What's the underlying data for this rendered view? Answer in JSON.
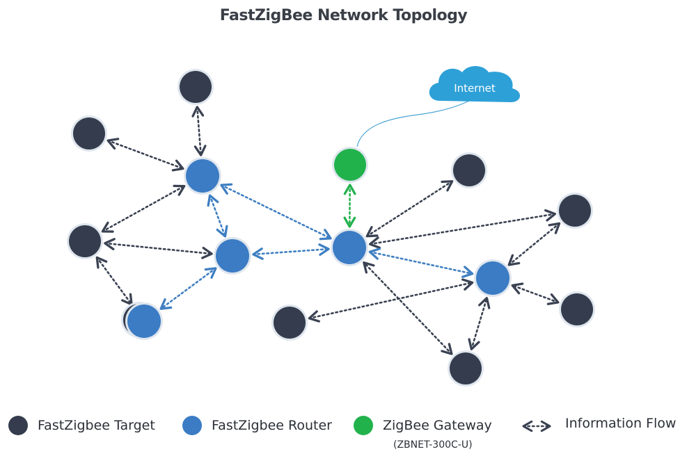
{
  "title": "FastZigBee Network Topology",
  "colors": {
    "target": "#343c4d",
    "router": "#3b7cc4",
    "gateway": "#22b24c",
    "target_link": "#3a4252",
    "router_link": "#3f7fc2",
    "gateway_link": "#23b14d",
    "cloud": "#2ea0d8"
  },
  "cloud": {
    "label": "Internet"
  },
  "nodes": [
    {
      "id": "t1",
      "type": "target"
    },
    {
      "id": "t2",
      "type": "target"
    },
    {
      "id": "t3",
      "type": "target"
    },
    {
      "id": "t4",
      "type": "target"
    },
    {
      "id": "t5",
      "type": "target"
    },
    {
      "id": "t6",
      "type": "target"
    },
    {
      "id": "t7",
      "type": "target"
    },
    {
      "id": "t8",
      "type": "target"
    },
    {
      "id": "t9",
      "type": "target"
    },
    {
      "id": "r1",
      "type": "router"
    },
    {
      "id": "r2",
      "type": "router"
    },
    {
      "id": "r3",
      "type": "router"
    },
    {
      "id": "r4",
      "type": "router"
    },
    {
      "id": "r5",
      "type": "router"
    },
    {
      "id": "g1",
      "type": "gateway"
    }
  ],
  "links": [
    {
      "from": "t1",
      "to": "r1",
      "kind": "target"
    },
    {
      "from": "t2",
      "to": "r1",
      "kind": "target"
    },
    {
      "from": "t3",
      "to": "r1",
      "kind": "target"
    },
    {
      "from": "t3",
      "to": "r2",
      "kind": "target"
    },
    {
      "from": "t3",
      "to": "r3",
      "kind": "target"
    },
    {
      "from": "r1",
      "to": "r2",
      "kind": "router"
    },
    {
      "from": "r1",
      "to": "r4",
      "kind": "router"
    },
    {
      "from": "r2",
      "to": "r3",
      "kind": "router"
    },
    {
      "from": "r2",
      "to": "r4",
      "kind": "router"
    },
    {
      "from": "g1",
      "to": "r4",
      "kind": "gateway"
    },
    {
      "from": "t4",
      "to": "r4",
      "kind": "target"
    },
    {
      "from": "t5",
      "to": "r4",
      "kind": "target"
    },
    {
      "from": "t5",
      "to": "r5",
      "kind": "target"
    },
    {
      "from": "t8",
      "to": "r4",
      "kind": "target"
    },
    {
      "from": "r4",
      "to": "r5",
      "kind": "router"
    },
    {
      "from": "t6",
      "to": "r5",
      "kind": "target"
    },
    {
      "from": "t7",
      "to": "r5",
      "kind": "target"
    },
    {
      "from": "t8",
      "to": "r5",
      "kind": "target"
    }
  ],
  "legend": {
    "target_label": "FastZigbee Target",
    "router_label": "FastZigbee Router",
    "gateway_label": "ZigBee Gateway",
    "gateway_sub": "(ZBNET-300C-U)",
    "flow_label": "Information Flow"
  }
}
